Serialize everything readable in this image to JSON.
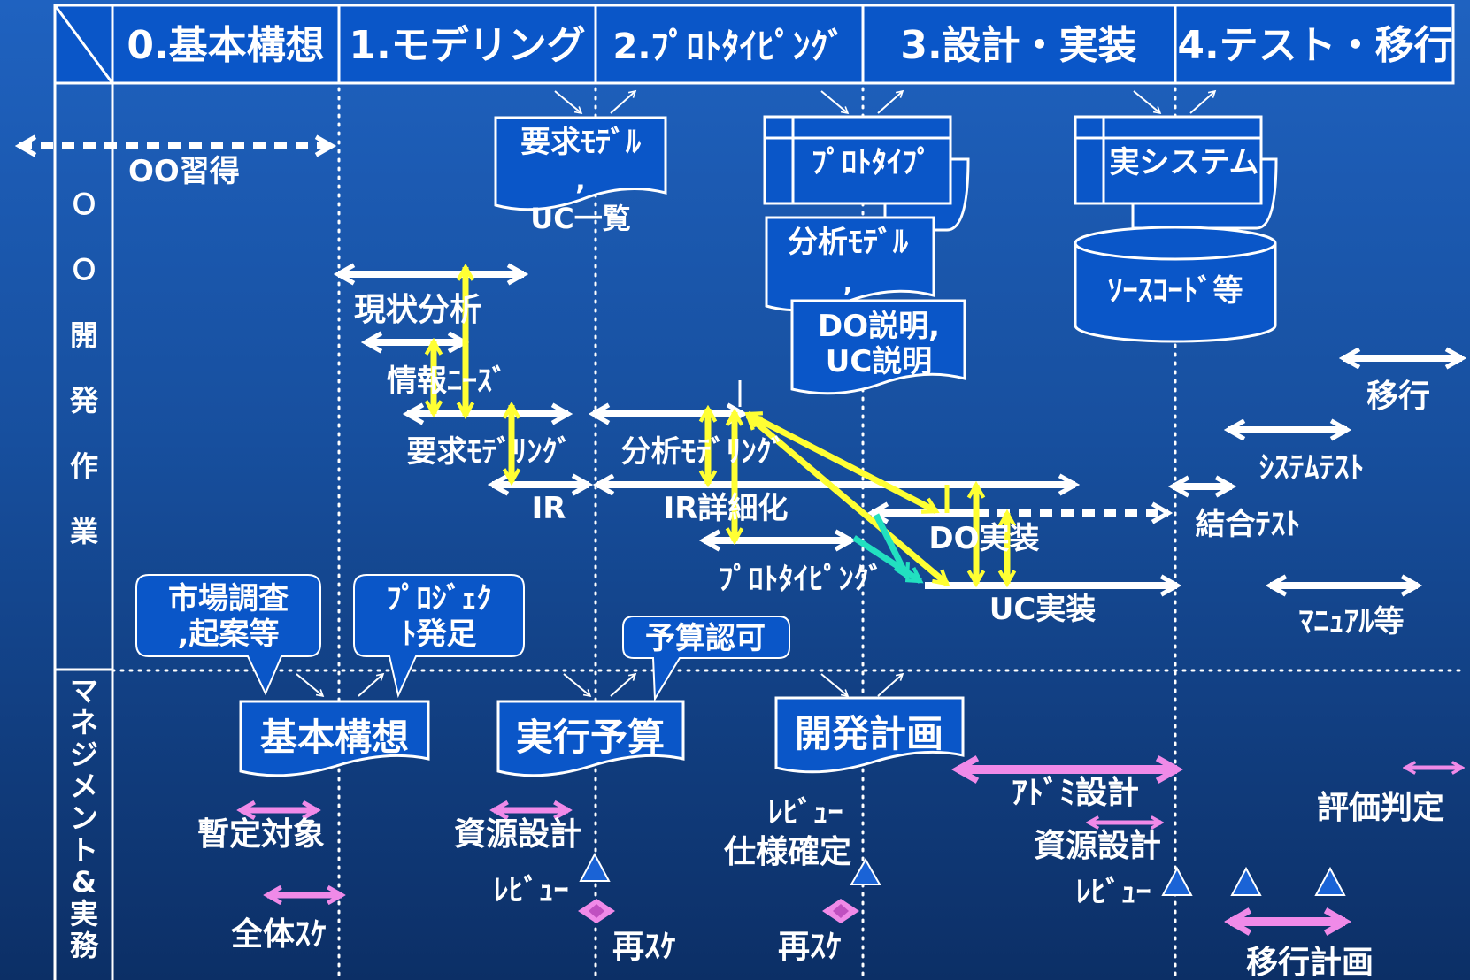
{
  "phases": [
    {
      "label": "0.基本構想"
    },
    {
      "label": "1.モデリング"
    },
    {
      "label": "2.ﾌﾟﾛﾄﾀｲﾋﾟﾝｸﾞ"
    },
    {
      "label": "3.設計・実装"
    },
    {
      "label": "4.テスト・移行"
    }
  ],
  "lanes": {
    "dev_chars": [
      "Ｏ",
      "Ｏ",
      "開",
      "発",
      "作",
      "業"
    ],
    "mgmt_chars": [
      "マ",
      "ネ",
      "ジ",
      "メ",
      "ン",
      "ト",
      "&",
      "実",
      "務"
    ]
  },
  "oo_training": "OO習得",
  "artifacts": {
    "requirements_model": [
      "要求ﾓﾃﾞﾙ",
      ",",
      "UC一覧"
    ],
    "prototype": "ﾌﾟﾛﾄﾀｲﾌﾟ",
    "analysis_model": [
      "分析ﾓﾃﾞﾙ",
      ","
    ],
    "do_desc": [
      "DO説明,",
      "UC説明"
    ],
    "real_system": "実システム",
    "source_code": "ｿｰｽｺｰﾄﾞ等"
  },
  "activities": {
    "current_analysis": "現状分析",
    "info_needs": "情報ﾆｰｽﾞ",
    "req_modeling": "要求ﾓﾃﾞﾘﾝｸﾞ",
    "analysis_modeling": "分析ﾓﾃﾞﾘﾝｸﾞ",
    "ir": "IR",
    "ir_detail": "IR詳細化",
    "do_impl": "DO実装",
    "prototyping": "ﾌﾟﾛﾄﾀｲﾋﾟﾝｸﾞ",
    "uc_impl": "UC実装",
    "migration": "移行",
    "system_test": "ｼｽﾃﾑﾃｽﾄ",
    "integration_test": "結合ﾃｽﾄ",
    "manual": "ﾏﾆｭｱﾙ等"
  },
  "callouts": {
    "market_research": [
      "市場調査",
      ",起案等"
    ],
    "project_start": [
      "ﾌﾟﾛｼﾞｪｸ",
      "ﾄ発足"
    ],
    "budget_approval": "予算認可"
  },
  "mgmt_docs": {
    "basic_concept": "基本構想",
    "execution_budget": "実行予算",
    "dev_plan": "開発計画"
  },
  "mgmt": {
    "provisional_scope": "暫定対象",
    "overall_schedule": "全体ｽｹ",
    "resource_design_1": "資源設計",
    "review_1": "ﾚﾋﾞｭｰ",
    "reschedule_1": "再ｽｹ",
    "review_spec": [
      "ﾚﾋﾞｭｰ",
      "仕様確定"
    ],
    "reschedule_2": "再ｽｹ",
    "admin_design": "ｱﾄﾞﾐ設計",
    "resource_design_2": "資源設計",
    "review_2": "ﾚﾋﾞｭｰ",
    "evaluation": "評価判定",
    "migration_plan": "移行計画"
  },
  "colors": {
    "header_fill": "#0a56c8",
    "doc_fill": "#0a56c8",
    "white": "#ffffff",
    "yellow": "#ffff33",
    "cyan": "#22e0c0",
    "pink": "#f08ae8",
    "triangle_blue": "#1a63d6"
  }
}
